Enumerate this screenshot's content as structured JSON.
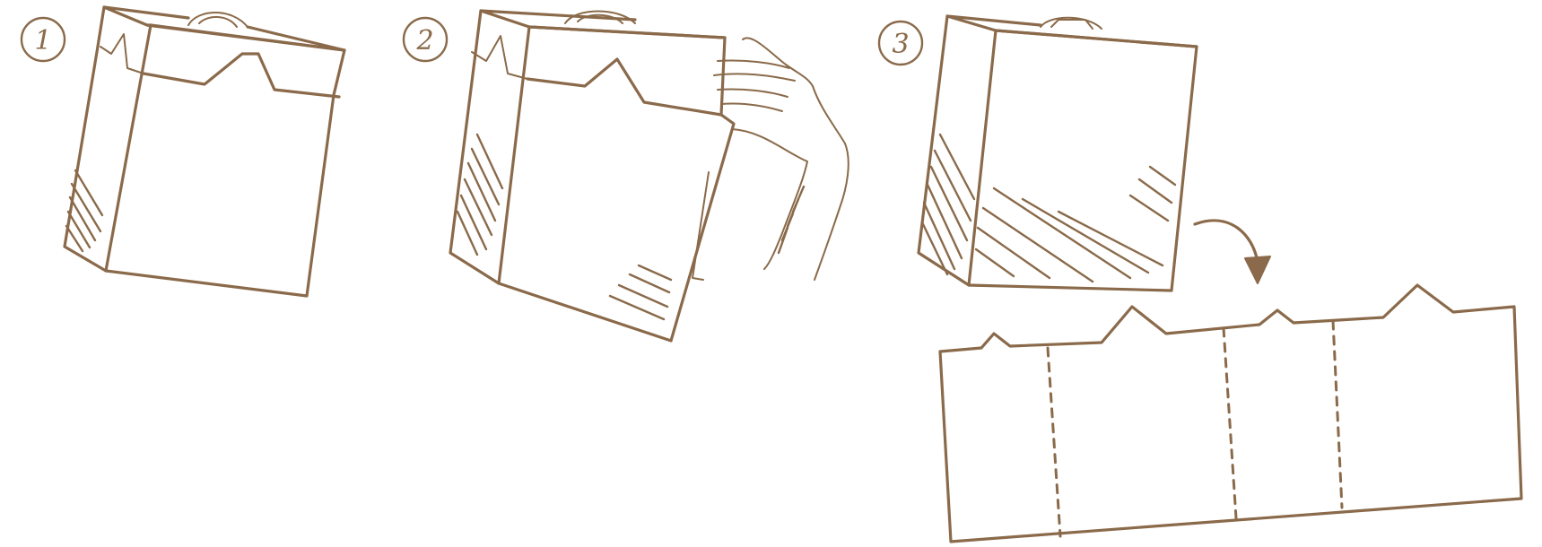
{
  "steps": [
    {
      "number": "1"
    },
    {
      "number": "2"
    },
    {
      "number": "3"
    }
  ],
  "colors": {
    "ink": "#8a6a4a",
    "background": "#ffffff"
  }
}
